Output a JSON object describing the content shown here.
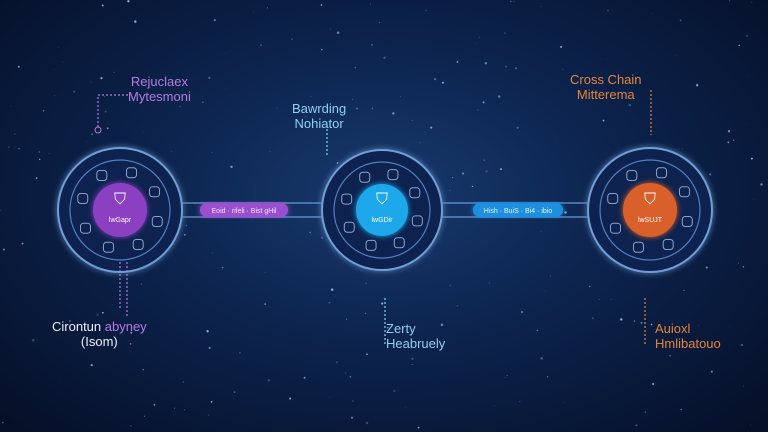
{
  "nodes": [
    {
      "badge": "lwGapr",
      "color": "#8a3fc0",
      "top_label": [
        "Rejuclaex",
        "Mytesmoni"
      ],
      "bottom_label": [
        "Cirontun",
        "abyney",
        "(Isom)"
      ]
    },
    {
      "badge": "lwGDir",
      "color": "#1ea8ea",
      "top_label": [
        "Bawrding",
        "Nohiator"
      ],
      "bottom_label": [
        "Zerty",
        "Heabruely"
      ]
    },
    {
      "badge": "lwSUJT",
      "color": "#d9602a",
      "top_label": [
        "Cross Chain",
        "Mitterema"
      ],
      "bottom_label": [
        "Auioxl",
        "Hmlibatouo"
      ]
    }
  ],
  "links": [
    {
      "pill": "Eoid · rifeli · Bist gHil",
      "color": "#9b4fd0"
    },
    {
      "pill": "Hish · BuiS · Bi4 · ibio",
      "color": "#1f8fe0"
    }
  ],
  "colors": {
    "background": "#0d2550",
    "ring": "#5d8fd0"
  }
}
